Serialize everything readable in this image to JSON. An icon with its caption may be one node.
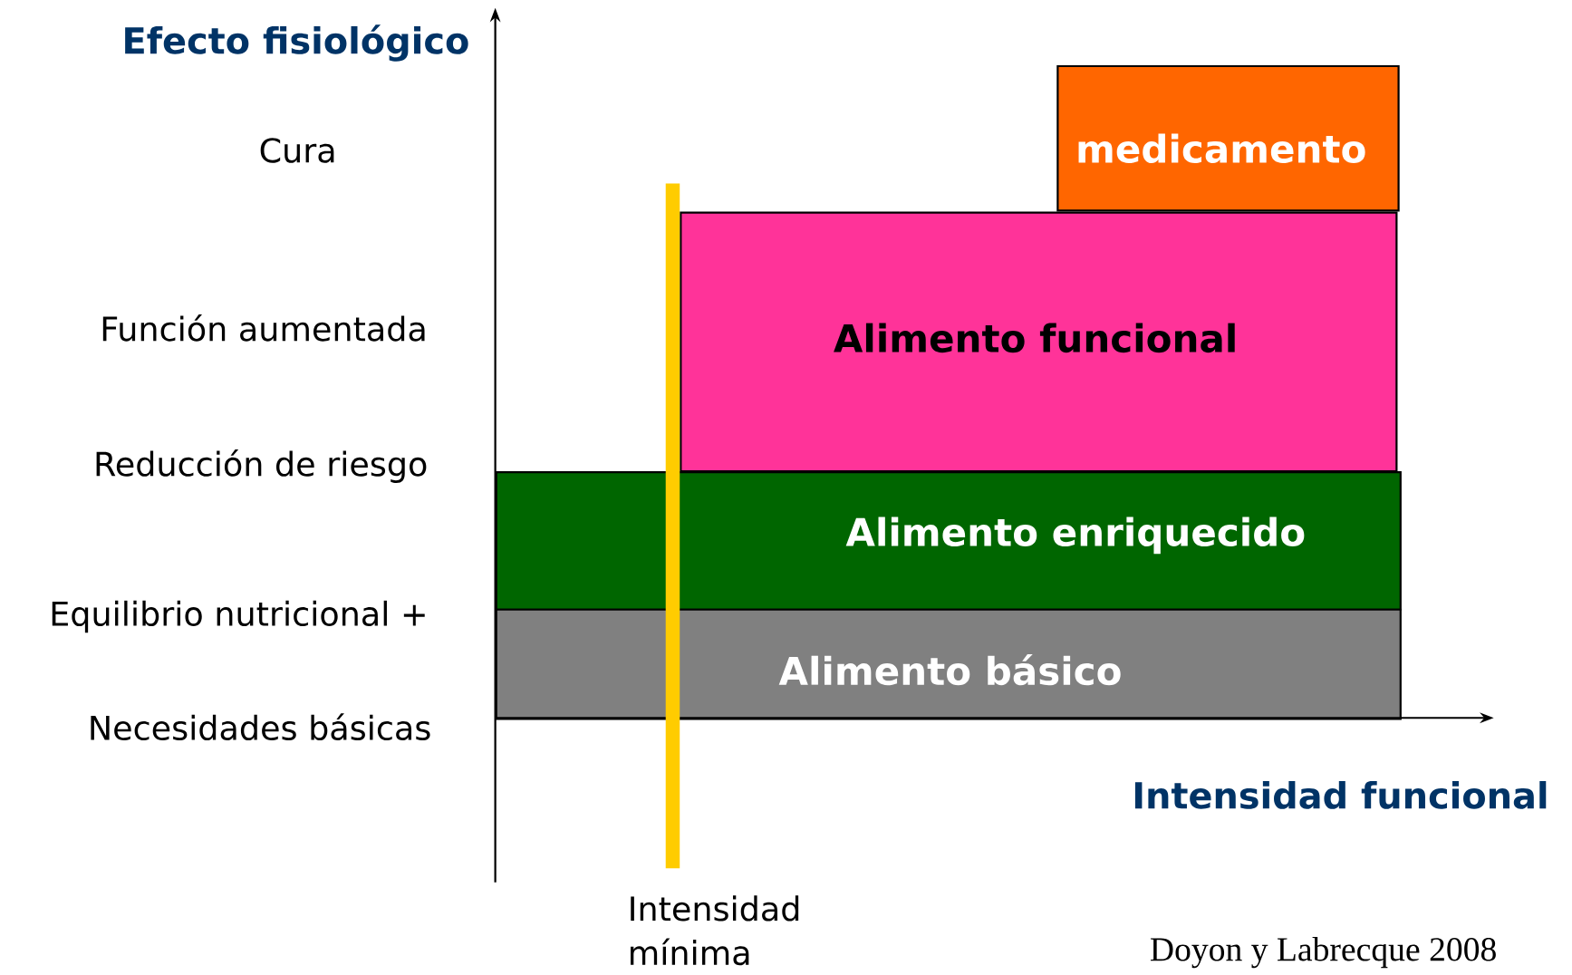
{
  "diagram": {
    "nodes": [
      {
        "text": [
          "medicamento"
        ]
      },
      {
        "text": [
          "Alimento funcional"
        ]
      },
      {
        "text": [
          "Alimento enriquecido"
        ]
      },
      {
        "text": [
          "Alimento básico"
        ]
      }
    ],
    "labels": [
      "Efecto fisiológico",
      "Cura",
      "Función aumentada",
      "Reducción de riesgo",
      "Equilibrio nutricional +",
      "Necesidades básicas",
      "Intensidad funcional",
      "Intensidad mínima",
      "Doyon y Labrecque 2008"
    ]
  }
}
